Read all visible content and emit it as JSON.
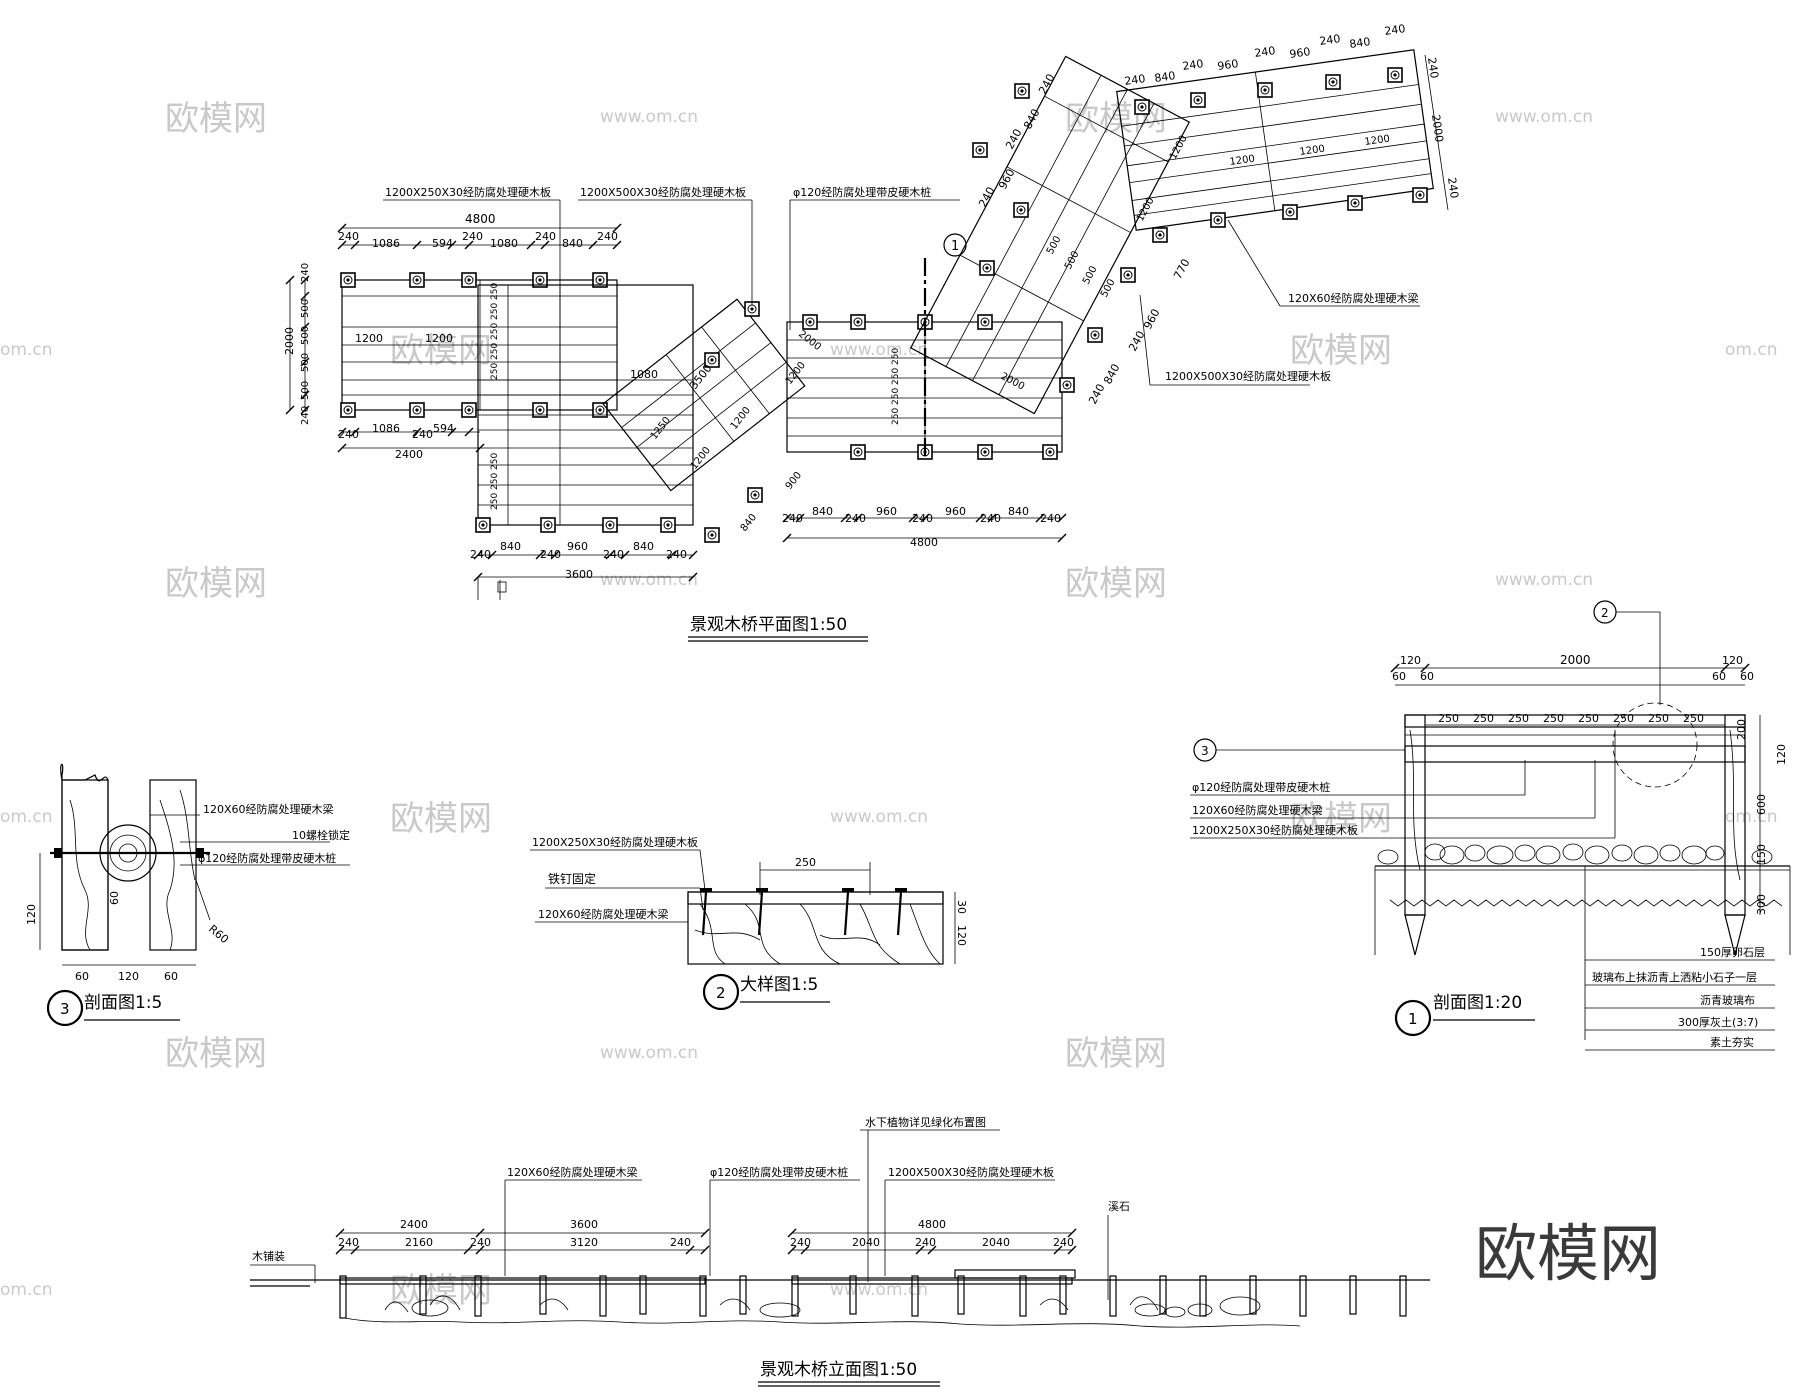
{
  "watermark": {
    "brand": "欧模网",
    "site": "www.om.cn",
    "site_short": "om.cn"
  },
  "plan": {
    "title": "景观木桥平面图1:50",
    "callouts": {
      "board_250": "1200X250X30经防腐处理硬木板",
      "board_500_a": "1200X500X30经防腐处理硬木板",
      "pile": "φ120经防腐处理带皮硬木桩",
      "beam": "120X60经防腐处理硬木梁",
      "board_500_b": "1200X500X30经防腐处理硬木板"
    },
    "section_mark": "1",
    "dims": {
      "d4800": "4800",
      "d240": "240",
      "d1086": "1086",
      "d594": "594",
      "d1080": "1080",
      "d840": "840",
      "d2000": "2000",
      "d500": "500",
      "d1200": "1200",
      "d2400": "2400",
      "d3600": "3600",
      "d960": "960",
      "d250": "250",
      "d3500": "3500",
      "d1250": "1250",
      "d900": "900",
      "d770": "770"
    }
  },
  "sec3": {
    "title": "剖面图1:5",
    "mark": "3",
    "labels": {
      "beam": "120X60经防腐处理硬木梁",
      "bolt": "10螺栓锁定",
      "pile": "φ120经防腐处理带皮硬木桩"
    },
    "dims": {
      "d120": "120",
      "d60": "60",
      "r60": "R60"
    }
  },
  "detail2": {
    "title": "大样图1:5",
    "mark": "2",
    "labels": {
      "board": "1200X250X30经防腐处理硬木板",
      "nail": "铁钉固定",
      "beam": "120X60经防腐处理硬木梁"
    },
    "dims": {
      "d250": "250",
      "d30": "30",
      "d120": "120"
    }
  },
  "sec1": {
    "title": "剖面图1:20",
    "mark": "1",
    "ref2": "2",
    "ref3": "3",
    "labels": {
      "pile": "φ120经防腐处理带皮硬木桩",
      "beam": "120X60经防腐处理硬木梁",
      "board": "1200X250X30经防腐处理硬木板"
    },
    "layers": [
      "150厚卵石层",
      "玻璃布上抹沥青上洒粘小石子一层",
      "沥青玻璃布",
      "300厚灰土(3:7)",
      "素土夯实"
    ],
    "dims": {
      "d120": "120",
      "d2000": "2000",
      "d60": "60",
      "d250": "250",
      "d200": "200",
      "d600": "600",
      "d150": "150",
      "d300": "300"
    }
  },
  "elev": {
    "title": "景观木桥立面图1:50",
    "labels": {
      "plants": "水下植物详见绿化布置图",
      "beam": "120X60经防腐处理硬木梁",
      "pile": "φ120经防腐处理带皮硬木桩",
      "board": "1200X500X30经防腐处理硬木板",
      "stone": "溪石",
      "paving": "木铺装"
    },
    "dims": {
      "d2400": "2400",
      "d3600": "3600",
      "d240": "240",
      "d2160": "2160",
      "d3120": "3120",
      "d4800": "4800",
      "d2040": "2040"
    }
  }
}
